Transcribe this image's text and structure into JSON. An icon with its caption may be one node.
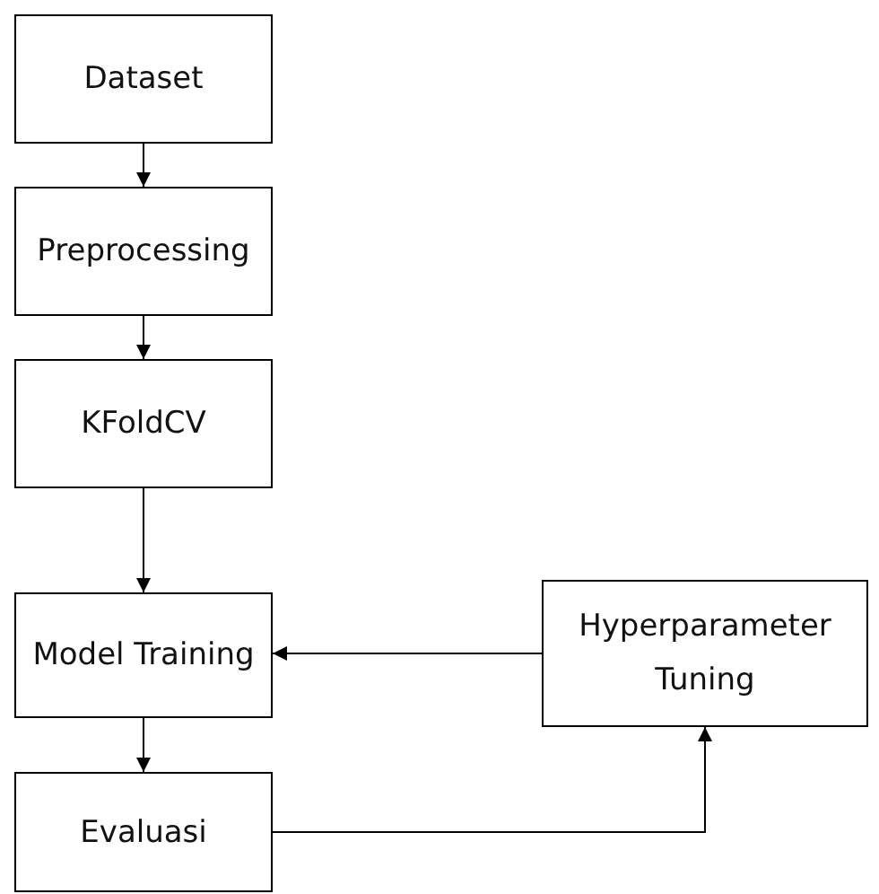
{
  "diagram": {
    "nodes": [
      {
        "text": [
          "Dataset"
        ]
      },
      {
        "text": [
          "Preprocessing"
        ]
      },
      {
        "text": [
          "KFoldCV"
        ]
      },
      {
        "text": [
          "Model Training"
        ]
      },
      {
        "text": [
          "Hyperparameter Tuning"
        ]
      },
      {
        "text": [
          "Evaluasi"
        ]
      }
    ],
    "edges": [
      {
        "from": 0,
        "to": 1,
        "arrow": "to"
      },
      {
        "from": 1,
        "to": 2,
        "arrow": "to"
      },
      {
        "from": 2,
        "to": 3,
        "arrow": "to"
      },
      {
        "from": 4,
        "to": 3,
        "arrow": "to"
      },
      {
        "from": 3,
        "to": 5,
        "arrow": "to"
      },
      {
        "from": 5,
        "to": 4,
        "arrow": "to"
      }
    ]
  }
}
